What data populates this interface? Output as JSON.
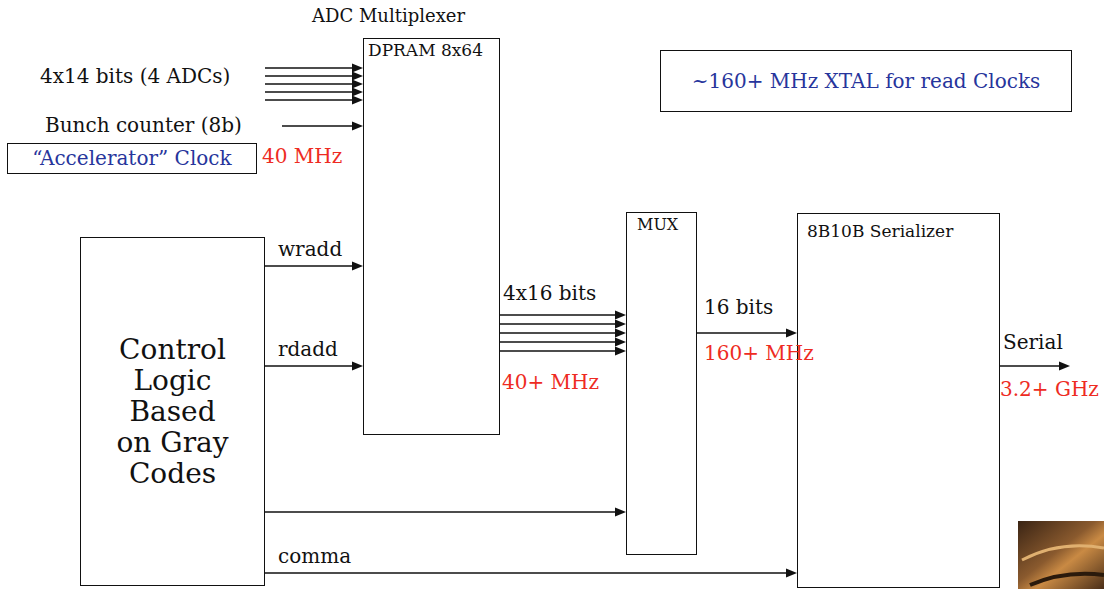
{
  "diagram": {
    "title": "ADC Multiplexer",
    "nodes": [
      {
        "text": [
          "DPRAM 8x64"
        ]
      },
      {
        "text": [
          "~160+ MHz XTAL for read Clocks"
        ]
      },
      {
        "text": [
          "“Accelerator” Clock"
        ]
      },
      {
        "text": [
          "Control Logic Based on Gray Codes"
        ]
      },
      {
        "text": [
          "MUX"
        ]
      },
      {
        "text": [
          "8B10B Serializer"
        ]
      }
    ],
    "edges": [
      {
        "from": 3,
        "to": 0,
        "label": "wradd",
        "arrow": "to"
      },
      {
        "from": 3,
        "to": 0,
        "label": "rdadd",
        "arrow": "to"
      },
      {
        "from": 0,
        "to": 4,
        "label": "4x16 bits",
        "arrow": "to"
      },
      {
        "from": 4,
        "to": 5,
        "label": "16 bits",
        "arrow": "to"
      },
      {
        "from": 3,
        "to": 4,
        "arrow": "to"
      },
      {
        "from": 3,
        "to": 5,
        "label": "comma",
        "arrow": "to"
      }
    ],
    "labels": [
      "4x14 bits (4 ADCs)",
      "Bunch counter (8b)",
      "40 MHz",
      "40+ MHz",
      "160+ MHz",
      "Serial",
      "3.2+ GHz"
    ]
  }
}
